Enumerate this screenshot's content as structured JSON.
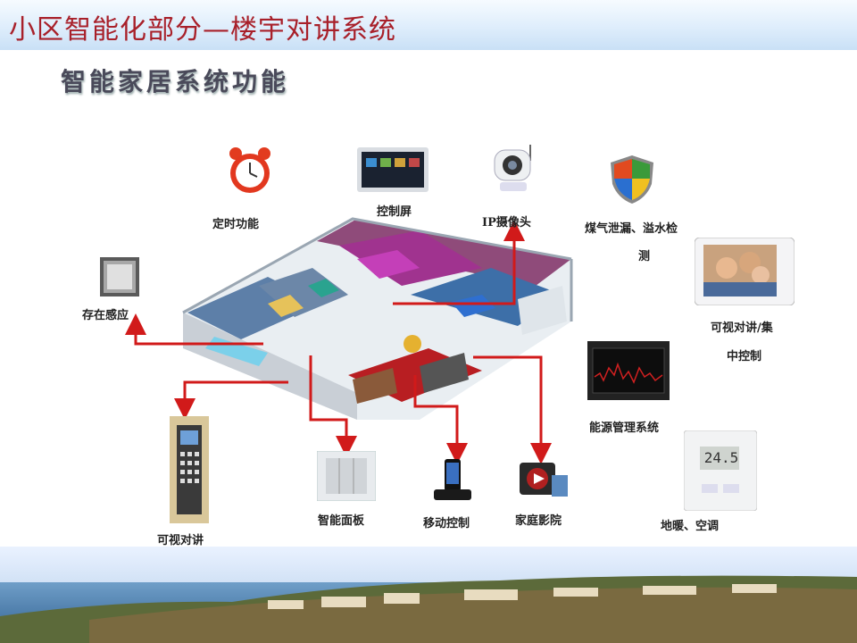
{
  "header": {
    "title": "小区智能化部分—楼宇对讲系统"
  },
  "subtitle": "智能家居系统功能",
  "labels": {
    "timer": "定时功能",
    "control_screen": "控制屏",
    "ip_camera": "IP摄像头",
    "gas_leak_line1": "煤气泄漏、溢水检",
    "gas_leak_line2": "测",
    "presence": "存在感应",
    "video_central_line1": "可视对讲/集",
    "video_central_line2": "中控制",
    "energy": "能源管理系统",
    "intercom": "可视对讲",
    "smart_panel": "智能面板",
    "mobile_control": "移动控制",
    "home_theater": "家庭影院",
    "floor_heating": "地暖、空调"
  },
  "thermostat_reading": "24.5",
  "colors": {
    "title": "#a8202a",
    "arrow": "#d11a1a"
  }
}
